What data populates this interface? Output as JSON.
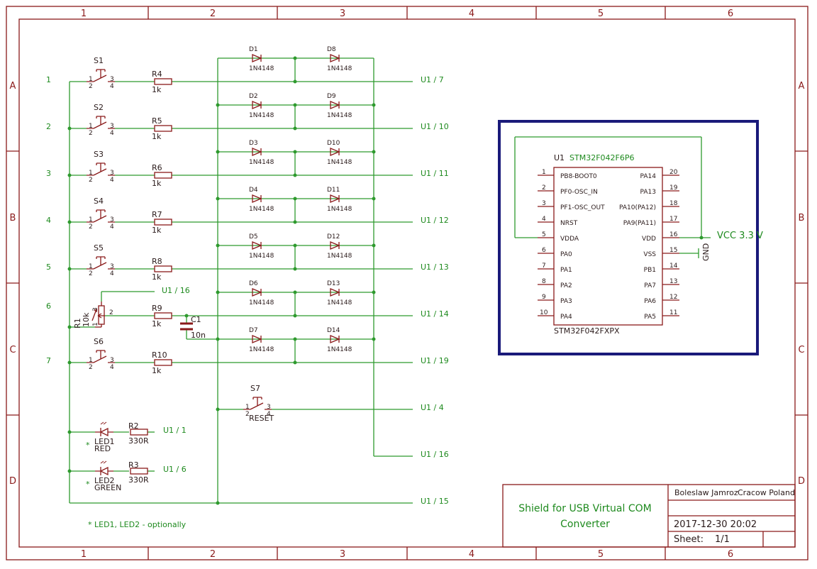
{
  "frame": {
    "columns": [
      "1",
      "2",
      "3",
      "4",
      "5",
      "6"
    ],
    "rows": [
      "A",
      "B",
      "C",
      "D"
    ]
  },
  "rows_left": {
    "r1": "1",
    "r2": "2",
    "r3": "3",
    "r4": "4",
    "r5": "5",
    "r6": "6",
    "r7": "7"
  },
  "switches": {
    "s1": "S1",
    "s2": "S2",
    "s3": "S3",
    "s4": "S4",
    "s5": "S5",
    "s6": "S6",
    "s7": "S7",
    "s7_value": "RESET"
  },
  "switch_pins": {
    "p1": "1",
    "p2": "2",
    "p3": "3",
    "p4": "4"
  },
  "resistors": {
    "r4": "R4",
    "r5": "R5",
    "r6": "R6",
    "r7": "R7",
    "r8": "R8",
    "r9": "R9",
    "r10": "R10",
    "r2": "R2",
    "r3": "R3",
    "val_1k": "1k",
    "val_330": "330R"
  },
  "pot": {
    "name": "R1",
    "value": "10k",
    "pin1": "1",
    "pin2": "2",
    "pin3": "3"
  },
  "cap": {
    "name": "C1",
    "value": "10n"
  },
  "diodes": {
    "d1": "D1",
    "d2": "D2",
    "d3": "D3",
    "d4": "D4",
    "d5": "D5",
    "d6": "D6",
    "d7": "D7",
    "d8": "D8",
    "d9": "D9",
    "d10": "D10",
    "d11": "D11",
    "d12": "D12",
    "d13": "D13",
    "d14": "D14",
    "type": "1N4148"
  },
  "leds": {
    "led1": "LED1",
    "led1_color": "RED",
    "led2": "LED2",
    "led2_color": "GREEN",
    "star": "*",
    "note": "* LED1, LED2 - optionally"
  },
  "nets": {
    "u1_7": "U1 / 7",
    "u1_10": "U1 / 10",
    "u1_11": "U1 / 11",
    "u1_12": "U1 / 12",
    "u1_13": "U1 / 13",
    "u1_16a": "U1 / 16",
    "u1_14": "U1 / 14",
    "u1_19": "U1 / 19",
    "u1_4": "U1 / 4",
    "u1_16b": "U1 / 16",
    "u1_15": "U1 / 15",
    "u1_1": "U1 / 1",
    "u1_6": "U1 / 6"
  },
  "mcu": {
    "ref": "U1",
    "part": "STM32F042F6P6",
    "package": "STM32F042FXPX",
    "vcc": "VCC 3.3 V",
    "gnd": "GND",
    "left_pins": [
      {
        "num": "1",
        "name": "PB8-BOOT0"
      },
      {
        "num": "2",
        "name": "PF0-OSC_IN"
      },
      {
        "num": "3",
        "name": "PF1-OSC_OUT"
      },
      {
        "num": "4",
        "name": "NRST"
      },
      {
        "num": "5",
        "name": "VDDA"
      },
      {
        "num": "6",
        "name": "PA0"
      },
      {
        "num": "7",
        "name": "PA1"
      },
      {
        "num": "8",
        "name": "PA2"
      },
      {
        "num": "9",
        "name": "PA3"
      },
      {
        "num": "10",
        "name": "PA4"
      }
    ],
    "right_pins": [
      {
        "num": "20",
        "name": "PA14"
      },
      {
        "num": "19",
        "name": "PA13"
      },
      {
        "num": "18",
        "name": "PA10(PA12)"
      },
      {
        "num": "17",
        "name": "PA9(PA11)"
      },
      {
        "num": "16",
        "name": "VDD"
      },
      {
        "num": "15",
        "name": "VSS"
      },
      {
        "num": "14",
        "name": "PB1"
      },
      {
        "num": "13",
        "name": "PA7"
      },
      {
        "num": "12",
        "name": "PA6"
      },
      {
        "num": "11",
        "name": "PA5"
      }
    ]
  },
  "title_block": {
    "title_line1": "Shield for USB Virtual COM",
    "title_line2": "Converter",
    "author": "Boleslaw Jamroz",
    "location": "Cracow Poland",
    "date": "2017-12-30 20:02",
    "sheet_label": "Sheet:",
    "sheet_value": "1/1"
  }
}
